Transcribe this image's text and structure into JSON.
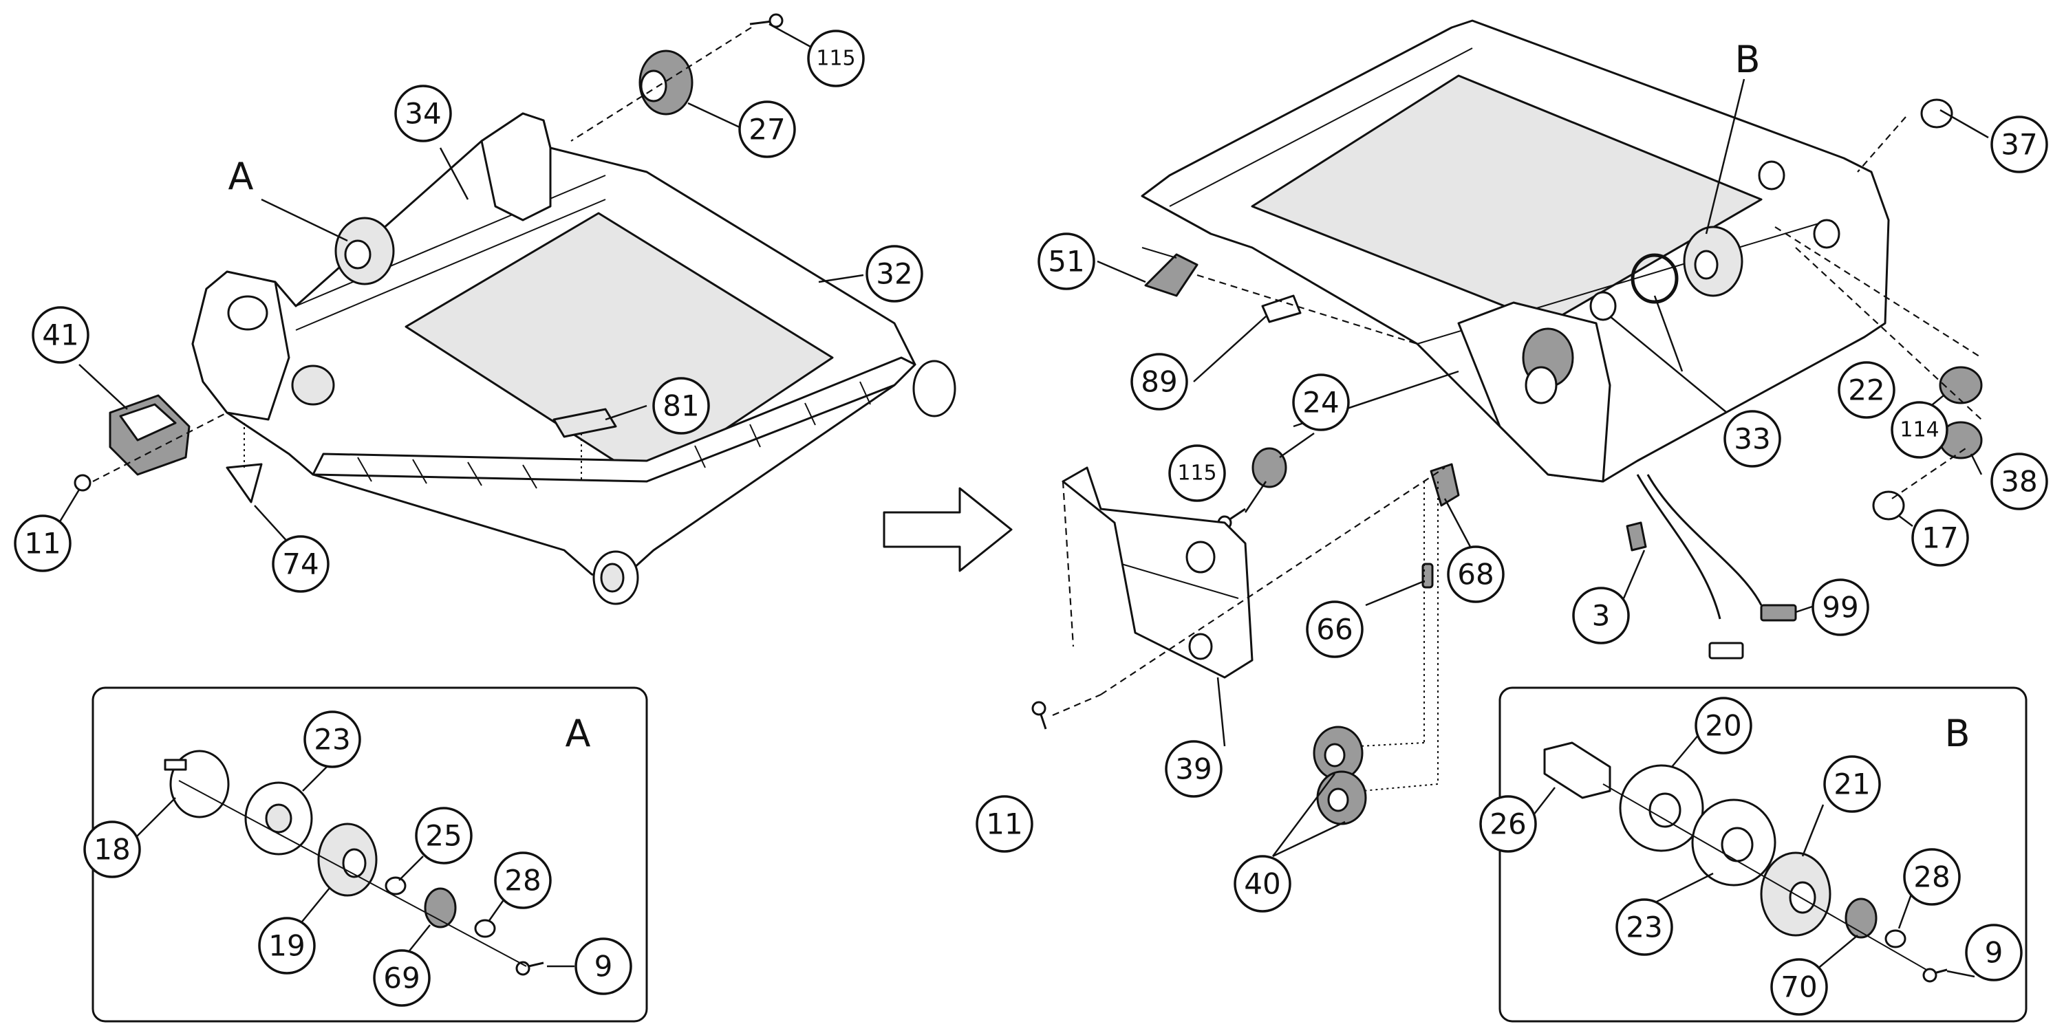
{
  "detail_letters": {
    "main_a": "A",
    "main_b": "B",
    "inset_a": "A",
    "inset_b": "B"
  },
  "part_labels": [
    {
      "id": "115a",
      "text": "115"
    },
    {
      "id": "27",
      "text": "27"
    },
    {
      "id": "34",
      "text": "34"
    },
    {
      "id": "32",
      "text": "32"
    },
    {
      "id": "41",
      "text": "41"
    },
    {
      "id": "81",
      "text": "81"
    },
    {
      "id": "11a",
      "text": "11"
    },
    {
      "id": "74",
      "text": "74"
    },
    {
      "id": "23a",
      "text": "23"
    },
    {
      "id": "25",
      "text": "25"
    },
    {
      "id": "28a",
      "text": "28"
    },
    {
      "id": "18",
      "text": "18"
    },
    {
      "id": "19",
      "text": "19"
    },
    {
      "id": "69",
      "text": "69"
    },
    {
      "id": "9a",
      "text": "9"
    },
    {
      "id": "51",
      "text": "51"
    },
    {
      "id": "89",
      "text": "89"
    },
    {
      "id": "24",
      "text": "24"
    },
    {
      "id": "115b",
      "text": "115"
    },
    {
      "id": "37",
      "text": "37"
    },
    {
      "id": "22",
      "text": "22"
    },
    {
      "id": "33",
      "text": "33"
    },
    {
      "id": "114",
      "text": "114"
    },
    {
      "id": "38",
      "text": "38"
    },
    {
      "id": "17",
      "text": "17"
    },
    {
      "id": "68",
      "text": "68"
    },
    {
      "id": "66",
      "text": "66"
    },
    {
      "id": "3",
      "text": "3"
    },
    {
      "id": "99",
      "text": "99"
    },
    {
      "id": "39",
      "text": "39"
    },
    {
      "id": "11b",
      "text": "11"
    },
    {
      "id": "40",
      "text": "40"
    },
    {
      "id": "20",
      "text": "20"
    },
    {
      "id": "26",
      "text": "26"
    },
    {
      "id": "21",
      "text": "21"
    },
    {
      "id": "23b",
      "text": "23"
    },
    {
      "id": "28b",
      "text": "28"
    },
    {
      "id": "70",
      "text": "70"
    },
    {
      "id": "9b",
      "text": "9"
    }
  ]
}
